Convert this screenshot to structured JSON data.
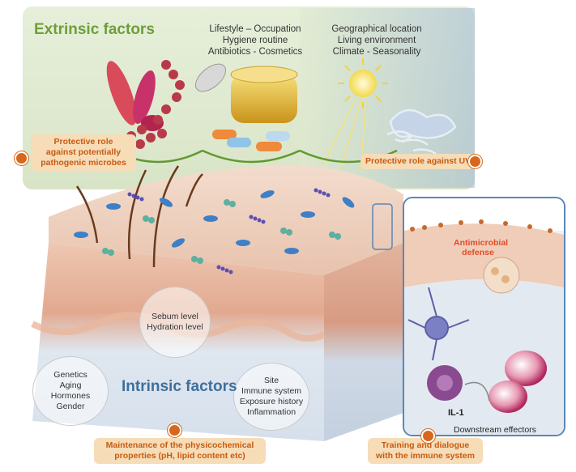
{
  "extrinsic": {
    "title": "Extrinsic factors",
    "lifestyle_text": "Lifestyle – Occupation\nHygiene routine\nAntibiotics - Cosmetics",
    "geo_text": "Geographical location\nLiving environment\nClimate - Seasonality",
    "microbe_tag": "Protective role\nagainst potentially\npathogenic microbes",
    "uv_tag": "Protective role against UV"
  },
  "intrinsic": {
    "title": "Intrinsic  factors",
    "sebum_bubble": "Sebum level\nHydration level",
    "genetics_bubble": "Genetics\nAging\nHormones\nGender",
    "site_bubble": "Site\nImmune system\nExposure history\nInflammation",
    "maintenance_tag": "Maintenance of the physicochemical\nproperties (pH, lipid content etc)"
  },
  "immune": {
    "amp_label": "Antimicrobial\ndefense",
    "il1_label": "IL-1",
    "effectors_label": "Downstream effectors",
    "training_tag": "Training and dialogue\nwith the immune system"
  },
  "colors": {
    "accent_green": "#6e9e3a",
    "accent_orange": "#d6681e",
    "accent_blue": "#3f6f9b",
    "panel_border": "#5b86b8"
  }
}
